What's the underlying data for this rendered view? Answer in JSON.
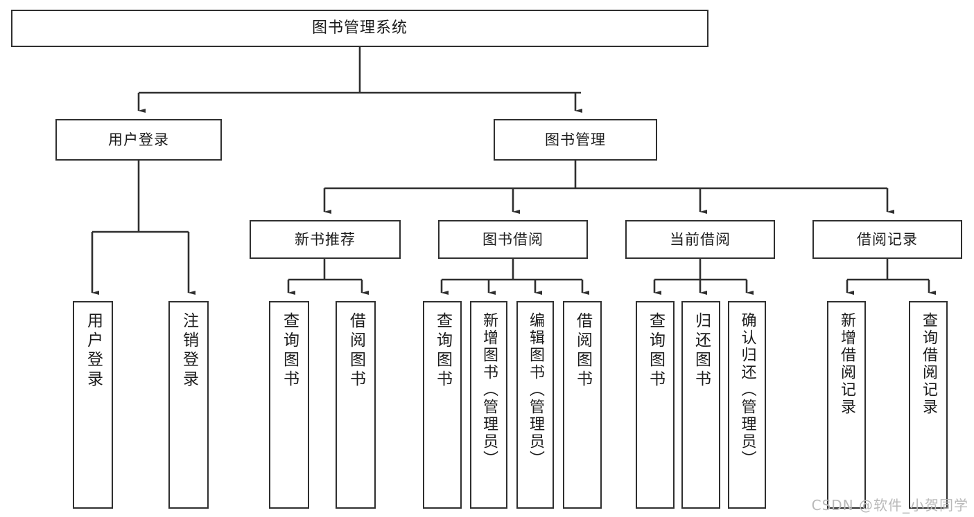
{
  "diagram": {
    "title": "图书管理系统",
    "watermark": "CSDN @软件_小贺同学",
    "colors": {
      "background": "#ffffff",
      "box_border": "#2f2f2f",
      "connector": "#2f2f2f",
      "text": "#1b1b1b",
      "watermark": "#b9b9b9"
    },
    "nodes": {
      "root": "图书管理系统",
      "level2": [
        "用户登录",
        "图书管理"
      ],
      "level3": [
        "新书推荐",
        "图书借阅",
        "当前借阅",
        "借阅记录"
      ],
      "leaves": {
        "user_login": [
          "用户登录",
          "注销登录"
        ],
        "new_book_recommend": [
          "查询图书",
          "借阅图书"
        ],
        "book_borrow": [
          "查询图书",
          "新增图书（管理员）",
          "编辑图书（管理员）",
          "借阅图书"
        ],
        "current_borrow": [
          "查询图书",
          "归还图书",
          "确认归还（管理员）"
        ],
        "borrow_record": [
          "新增借阅记录",
          "查询借阅记录"
        ]
      }
    }
  }
}
